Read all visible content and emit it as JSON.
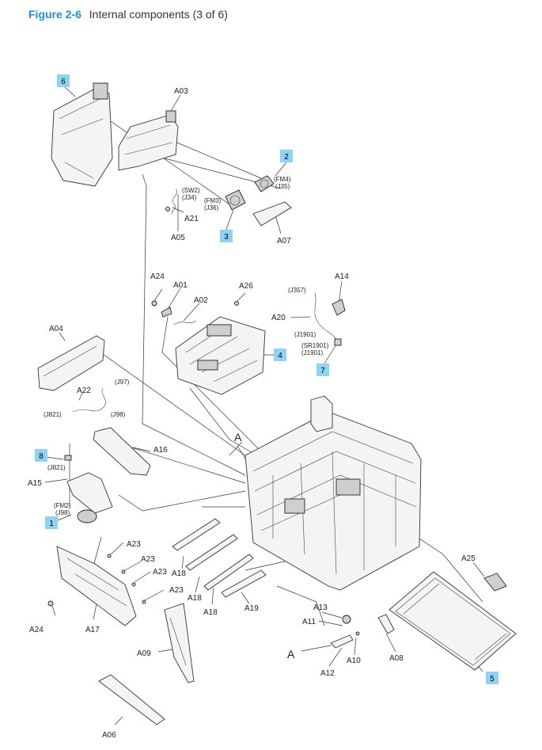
{
  "figure": {
    "number": "Figure 2-6",
    "title": "Internal components (3 of 6)"
  },
  "callouts": [
    "6",
    "2",
    "3",
    "4",
    "7",
    "8",
    "1",
    "5"
  ],
  "part_labels": [
    "A03",
    "A21",
    "A05",
    "A07",
    "A24",
    "A01",
    "A02",
    "A26",
    "A14",
    "A20",
    "A04",
    "A22",
    "A16",
    "A15",
    "A23",
    "A18",
    "A19",
    "A25",
    "A13",
    "A11",
    "A17",
    "A09",
    "A10",
    "A08",
    "A12",
    "A06",
    "A"
  ],
  "connector_labels": [
    "(SW2)",
    "(J34)",
    "(FM3)",
    "(J36)",
    "(FM4)",
    "(J35)",
    "(J357)",
    "(J1901)",
    "(SR1901)",
    "(J97)",
    "(J98)",
    "(J821)",
    "(FM2)"
  ],
  "colors": {
    "accent": "#1a8fd6",
    "callout_fill": "#8fd3f4"
  }
}
